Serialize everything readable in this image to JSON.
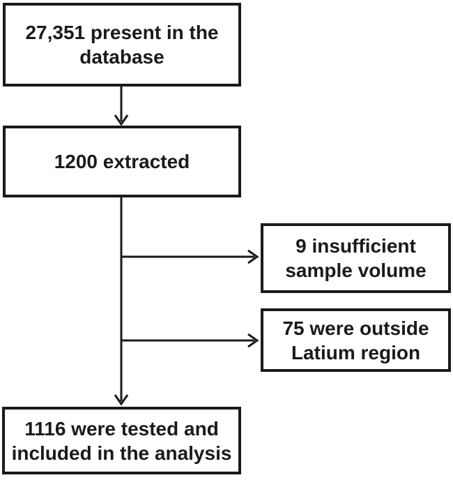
{
  "diagram": {
    "type": "flowchart",
    "colors": {
      "line": "#1a1a1a",
      "border": "#1a1a1a",
      "text": "#1a1a1a",
      "background": "#ffffff"
    },
    "boxes": [
      {
        "id": "database-box",
        "text": "27,351 present in the\ndatabase"
      },
      {
        "id": "extracted-box",
        "text": "1200 extracted"
      },
      {
        "id": "insufficient-sample-box",
        "text": "9 insufficient\nsample volume"
      },
      {
        "id": "outside-region-box",
        "text": "75 were outside\nLatium region"
      },
      {
        "id": "included-box",
        "text": "1116 were tested and\nincluded in the analysis"
      }
    ],
    "edges": [
      {
        "from": "database-box",
        "to": "extracted-box"
      },
      {
        "from": "extracted-box",
        "to": "insufficient-sample-box"
      },
      {
        "from": "extracted-box",
        "to": "outside-region-box"
      },
      {
        "from": "extracted-box",
        "to": "included-box"
      }
    ]
  }
}
